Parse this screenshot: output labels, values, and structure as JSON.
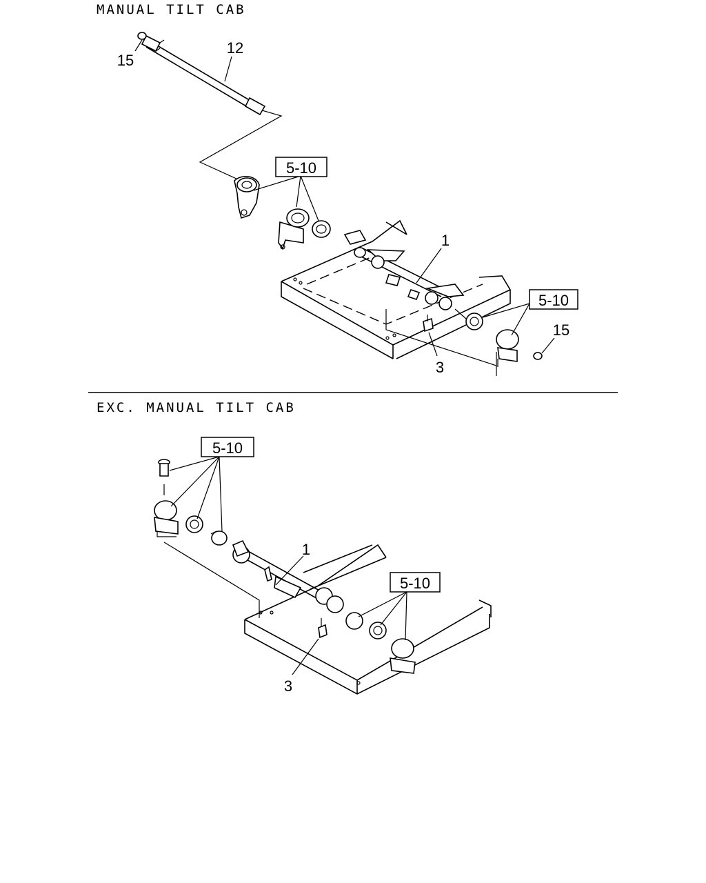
{
  "sections": [
    {
      "title": "MANUAL TILT CAB",
      "callouts": {
        "item_15_top": "15",
        "item_12": "12",
        "group_a": "5-10",
        "item_1": "1",
        "group_b": "5-10",
        "item_15_right": "15",
        "item_3": "3"
      }
    },
    {
      "title": "EXC. MANUAL TILT CAB",
      "callouts": {
        "group_a": "5-10",
        "item_1": "1",
        "group_b": "5-10",
        "item_3": "3"
      }
    }
  ]
}
